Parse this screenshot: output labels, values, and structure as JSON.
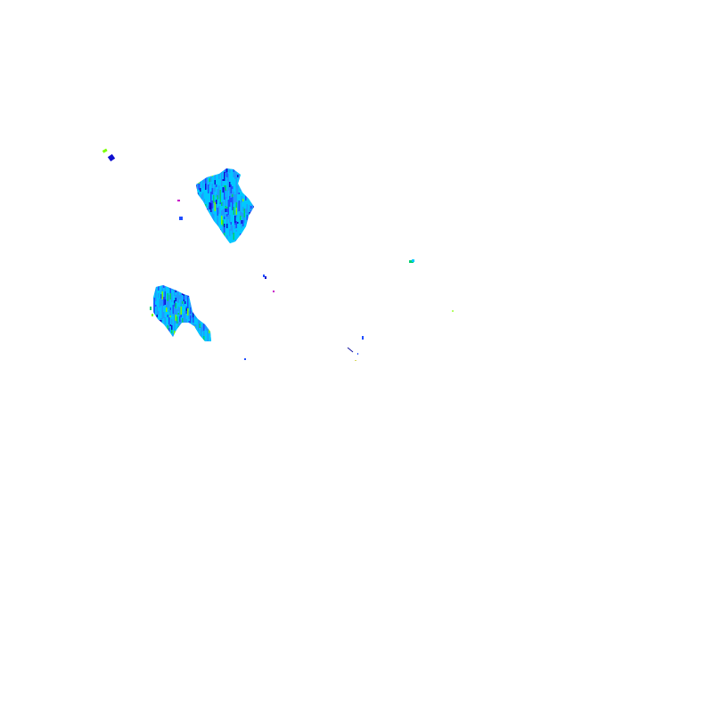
{
  "layer": {
    "type": "precipitation-radar-overlay",
    "background": "#ffffff",
    "palette": {
      "light-blue": "#00c8ff",
      "sky-blue": "#1e9bff",
      "blue": "#1f4dff",
      "deep-blue": "#1010d0",
      "green": "#00d26e",
      "lime": "#7cff00",
      "magenta": "#c800c8"
    }
  },
  "echoes": [
    {
      "name": "echo-cluster-north",
      "dominant_color": "light-blue"
    },
    {
      "name": "echo-cluster-west",
      "dominant_color": "light-blue"
    },
    {
      "name": "speckle-northwest",
      "dominant_color": "deep-blue"
    },
    {
      "name": "speckle-central",
      "dominant_color": "green"
    },
    {
      "name": "speckle-scattered",
      "dominant_color": "blue"
    }
  ]
}
